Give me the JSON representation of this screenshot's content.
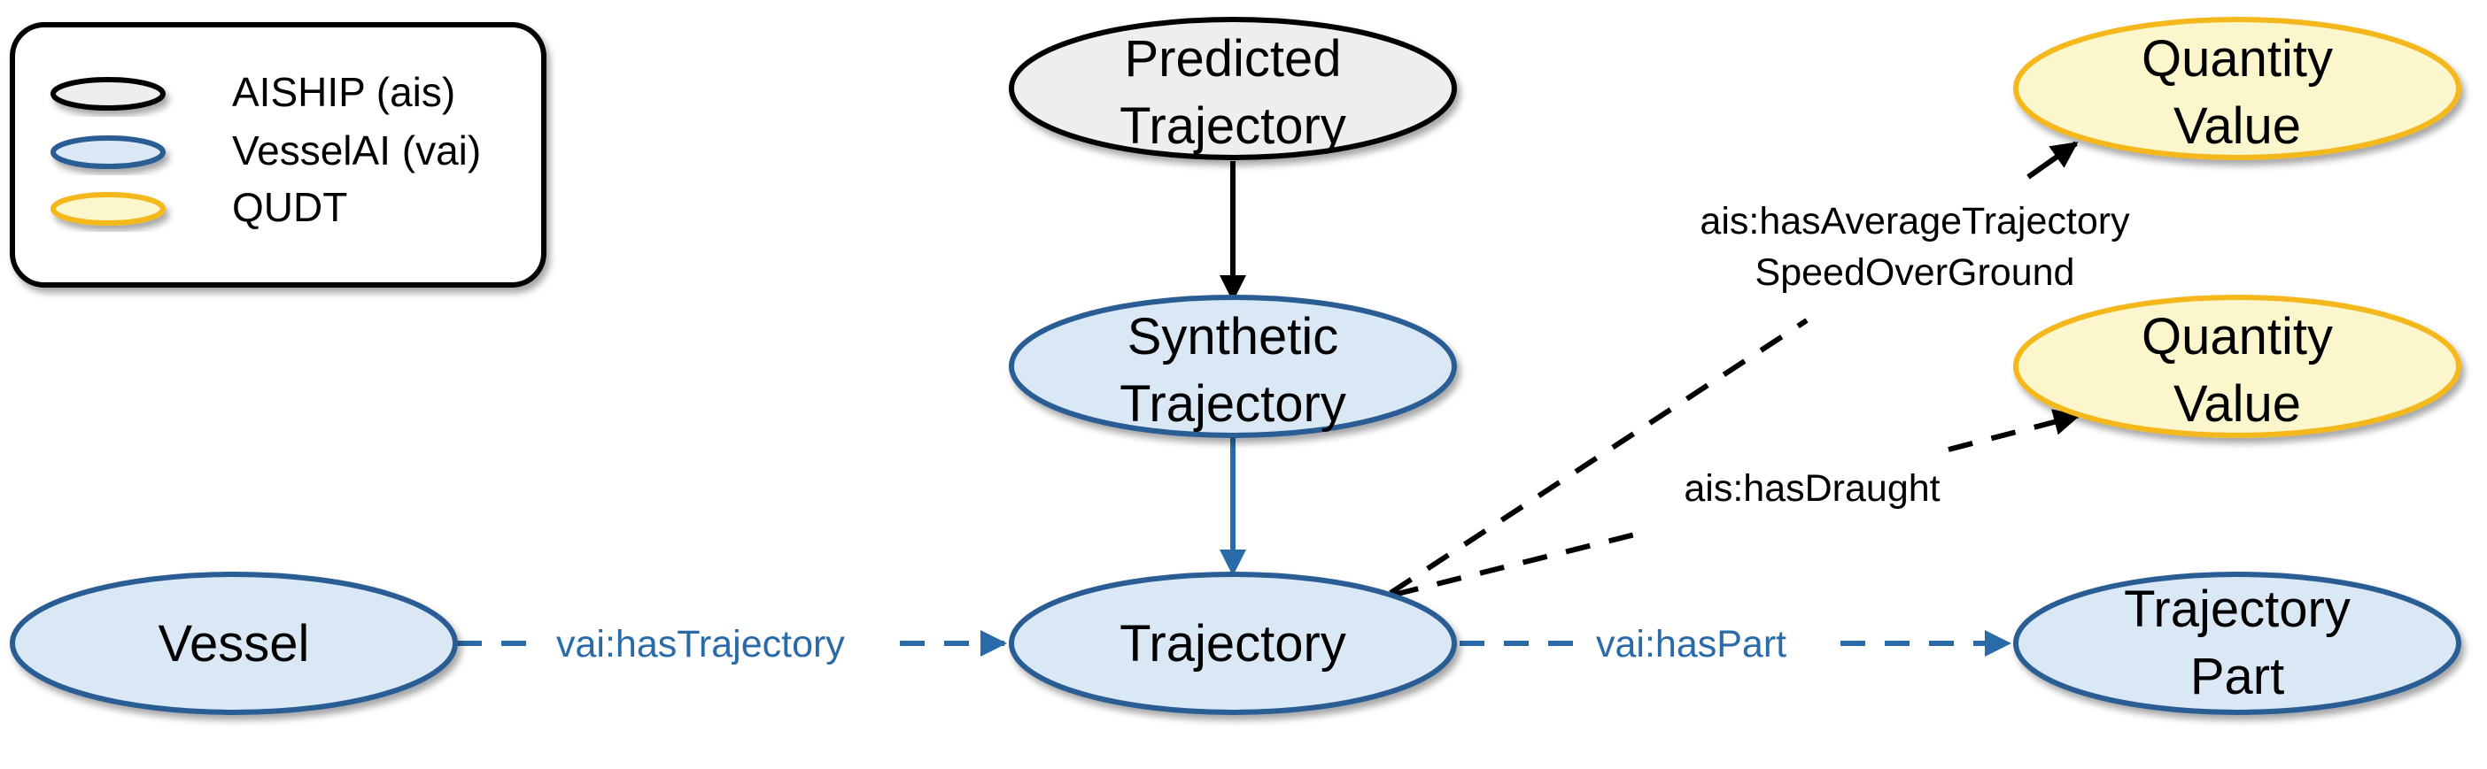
{
  "legend": {
    "items": [
      {
        "label": "AISHIP (ais)",
        "fill": "#eeeeee",
        "stroke": "#000000"
      },
      {
        "label": "VesselAI (vai)",
        "fill": "#dae8f6",
        "stroke": "#2a5d94"
      },
      {
        "label": "QUDT",
        "fill": "#fbf6cc",
        "stroke": "#f4b81c"
      }
    ]
  },
  "nodes": {
    "predicted_trajectory": {
      "line1": "Predicted",
      "line2": "Trajectory"
    },
    "synthetic_trajectory": {
      "line1": "Synthetic",
      "line2": "Trajectory"
    },
    "trajectory": {
      "label": "Trajectory"
    },
    "vessel": {
      "label": "Vessel"
    },
    "quantity_value_top": {
      "line1": "Quantity",
      "line2": "Value"
    },
    "quantity_value_mid": {
      "line1": "Quantity",
      "line2": "Value"
    },
    "trajectory_part": {
      "line1": "Trajectory",
      "line2": "Part"
    }
  },
  "edges": {
    "has_trajectory": "vai:hasTrajectory",
    "has_part": "vai:hasPart",
    "has_avg_speed_line1": "ais:hasAverageTrajectory",
    "has_avg_speed_line2": "SpeedOverGround",
    "has_draught": "ais:hasDraught"
  },
  "colors": {
    "ais_stroke": "#000000",
    "ais_fill": "#eeeeee",
    "vai_stroke": "#2a5d94",
    "vai_fill": "#dae8f6",
    "qudt_stroke": "#f4b81c",
    "qudt_fill": "#fbf6cc",
    "vai_edge": "#2a6aa8"
  }
}
